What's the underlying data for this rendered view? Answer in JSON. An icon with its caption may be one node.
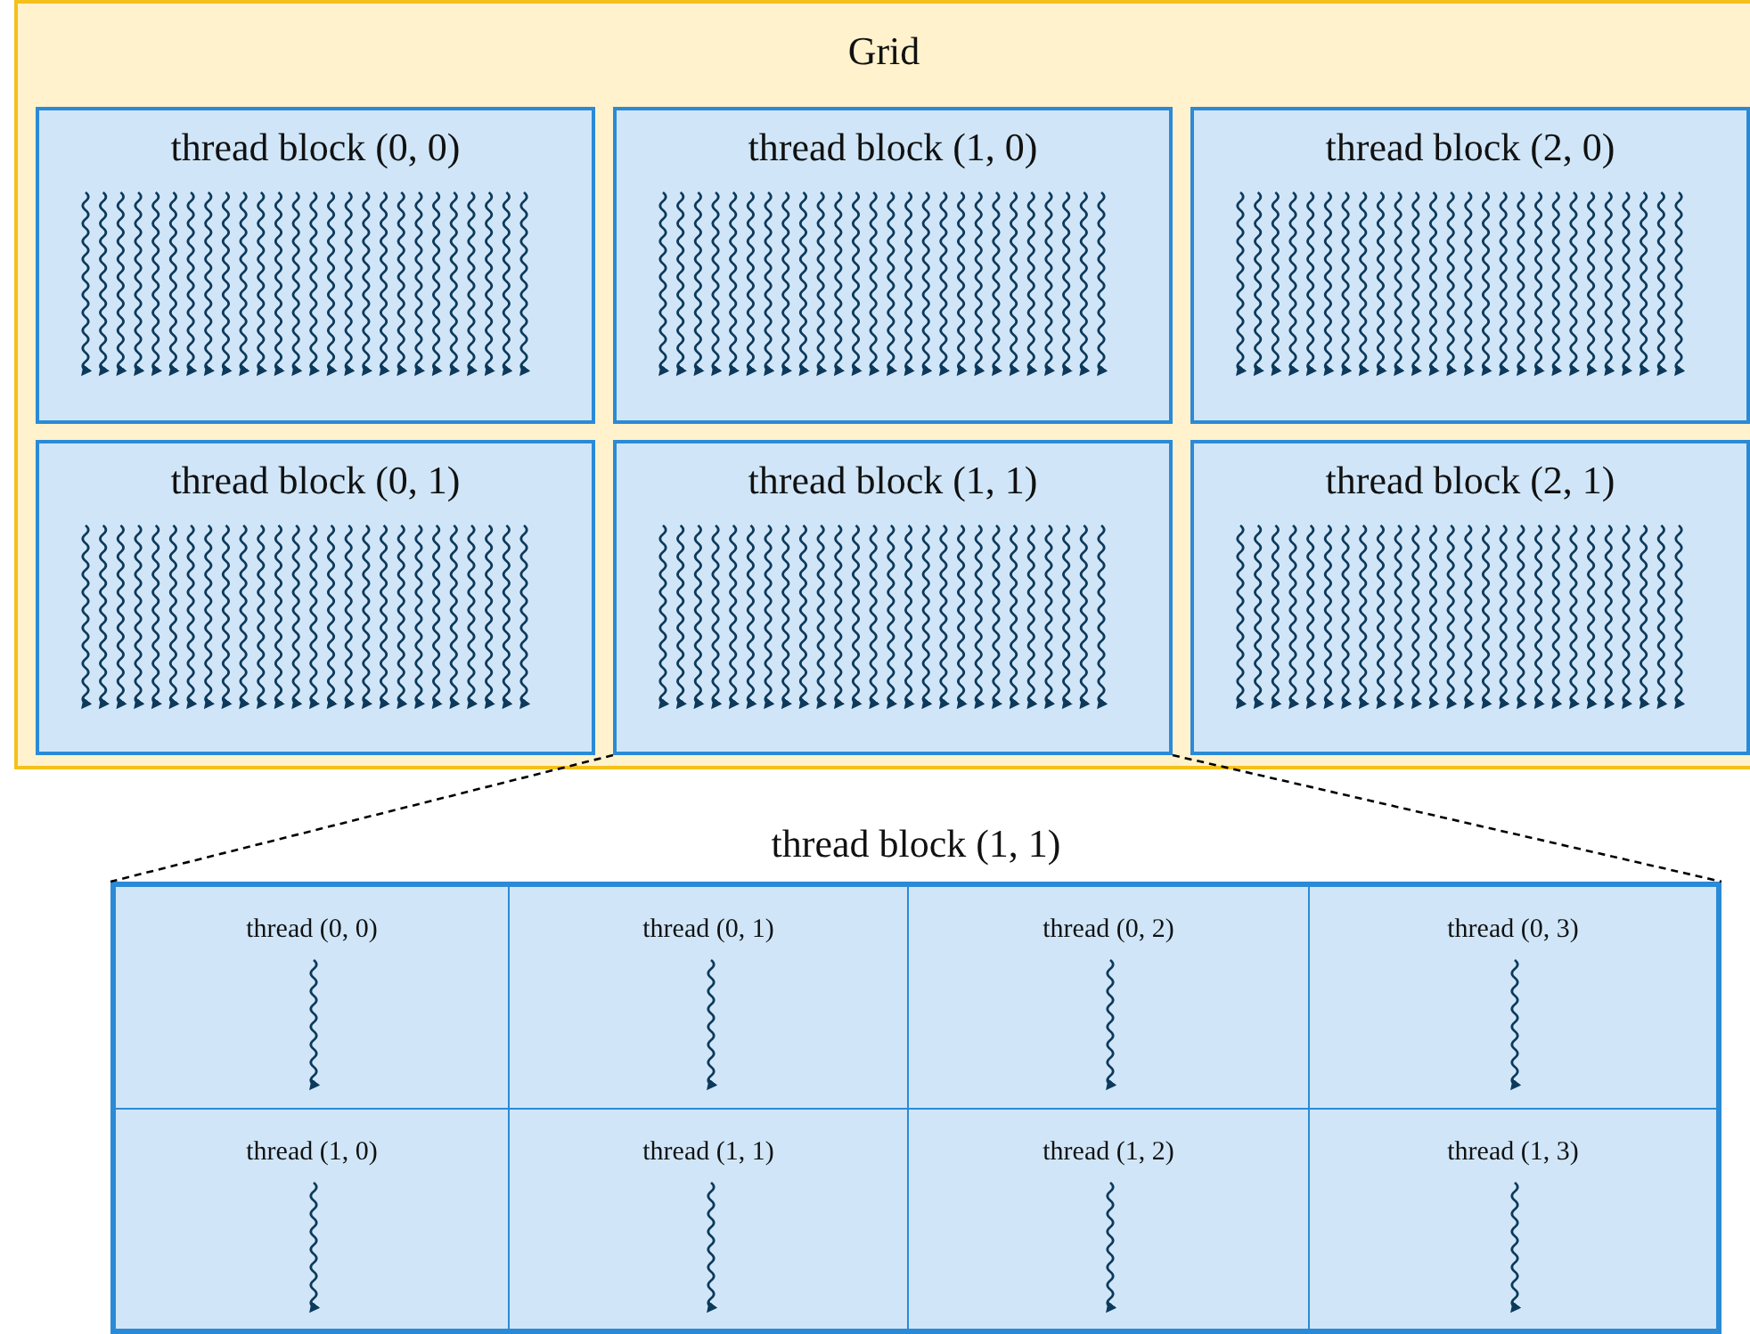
{
  "diagram": {
    "nodes": [
      {
        "text": [
          "Grid"
        ]
      },
      {
        "text": [
          "thread block (0, 0)"
        ],
        "in": 0
      },
      {
        "text": [
          "thread block (1, 0)"
        ],
        "in": 0
      },
      {
        "text": [
          "thread block (2, 0)"
        ],
        "in": 0
      },
      {
        "text": [
          "thread block (0, 1)"
        ],
        "in": 0
      },
      {
        "text": [
          "thread block (1, 1)"
        ],
        "in": 0
      },
      {
        "text": [
          "thread block (2, 1)"
        ],
        "in": 0
      },
      {
        "text": [
          "thread block (1, 1)"
        ]
      },
      {
        "text": [
          "thread (0, 0)"
        ],
        "in": 7
      },
      {
        "text": [
          "thread (0, 1)"
        ],
        "in": 7
      },
      {
        "text": [
          "thread (0, 2)"
        ],
        "in": 7
      },
      {
        "text": [
          "thread (0, 3)"
        ],
        "in": 7
      },
      {
        "text": [
          "thread (1, 0)"
        ],
        "in": 7
      },
      {
        "text": [
          "thread (1, 1)"
        ],
        "in": 7
      },
      {
        "text": [
          "thread (1, 2)"
        ],
        "in": 7
      },
      {
        "text": [
          "thread (1, 3)"
        ],
        "in": 7
      }
    ],
    "edges": [
      {
        "from": 5,
        "to": 7,
        "arrow": "none",
        "style": "dashed"
      },
      {
        "from": 5,
        "to": 7,
        "arrow": "none",
        "style": "dashed"
      }
    ]
  }
}
